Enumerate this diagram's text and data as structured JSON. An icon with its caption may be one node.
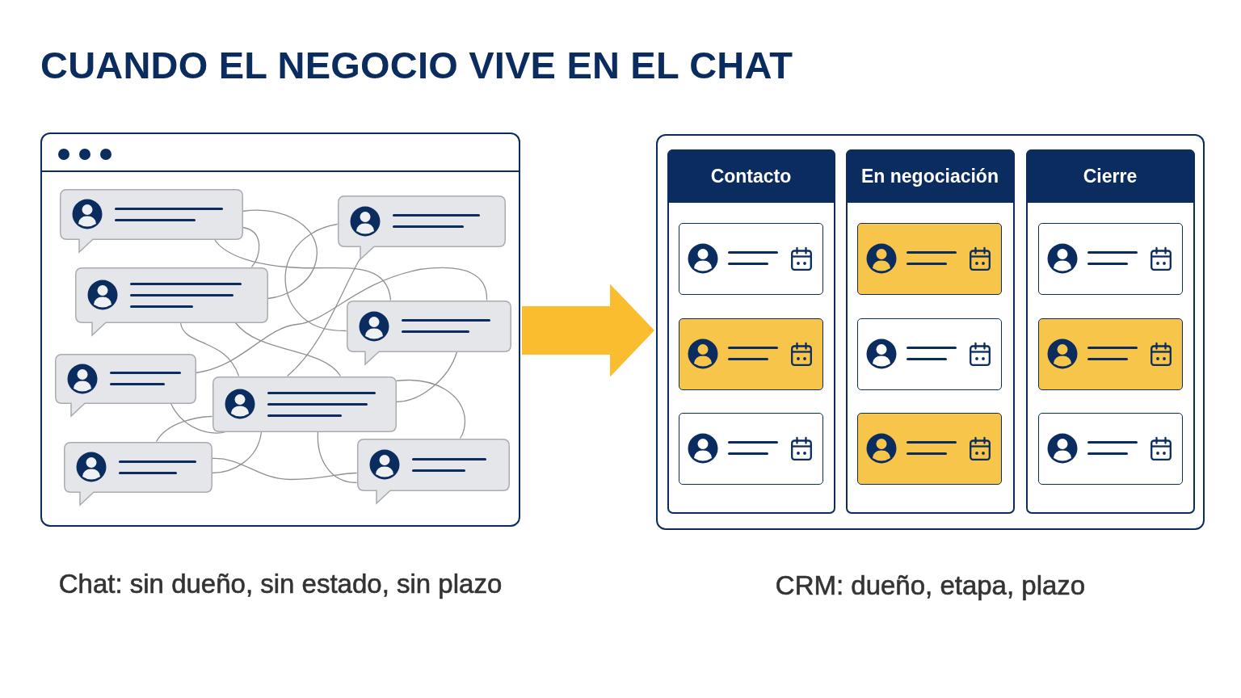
{
  "diagram": {
    "title": "CUANDO EL NEGOCIO VIVE EN EL CHAT",
    "nodes": [
      {
        "text": [],
        "shape": "window",
        "beside": [
          "Chat: sin dueño, sin estado, sin plazo"
        ]
      },
      {
        "text": [],
        "shape": "bubble",
        "in": 0
      },
      {
        "text": [],
        "shape": "bubble",
        "in": 0
      },
      {
        "text": [],
        "shape": "bubble",
        "in": 0
      },
      {
        "text": [],
        "shape": "bubble",
        "in": 0
      },
      {
        "text": [],
        "shape": "bubble",
        "in": 0
      },
      {
        "text": [],
        "shape": "bubble",
        "in": 0
      },
      {
        "text": [],
        "shape": "bubble",
        "in": 0
      },
      {
        "text": [],
        "shape": "bubble",
        "in": 0
      },
      {
        "text": [],
        "shape": "box",
        "beside": [
          "CRM: dueño, etapa, plazo"
        ]
      },
      {
        "text": [
          "Contacto"
        ],
        "in": 9
      },
      {
        "text": [],
        "shape": "box",
        "in": 10
      },
      {
        "text": [],
        "shape": "box",
        "in": 10
      },
      {
        "text": [],
        "shape": "box",
        "in": 10
      },
      {
        "text": [
          "En negociación"
        ],
        "in": 9
      },
      {
        "text": [],
        "shape": "box",
        "in": 14
      },
      {
        "text": [],
        "shape": "box",
        "in": 14
      },
      {
        "text": [],
        "shape": "box",
        "in": 14
      },
      {
        "text": [
          "Cierre"
        ],
        "in": 9
      },
      {
        "text": [],
        "shape": "box",
        "in": 18
      },
      {
        "text": [],
        "shape": "box",
        "in": 18
      },
      {
        "text": [],
        "shape": "box",
        "in": 18
      }
    ],
    "edges": [
      {
        "from": 0,
        "to": 9,
        "arrow": "to",
        "style": "thick",
        "color": "#fbbd30"
      },
      {
        "from": 1,
        "to": 3,
        "arrow": "none"
      },
      {
        "from": 1,
        "to": 4,
        "arrow": "none"
      },
      {
        "from": 1,
        "to": 3,
        "arrow": "none"
      },
      {
        "from": 2,
        "to": 4,
        "arrow": "none"
      },
      {
        "from": 2,
        "to": 6,
        "arrow": "none"
      },
      {
        "from": 3,
        "to": 6,
        "arrow": "none"
      },
      {
        "from": 3,
        "to": 6,
        "arrow": "none"
      },
      {
        "from": 5,
        "to": 4,
        "arrow": "none"
      },
      {
        "from": 5,
        "to": 6,
        "arrow": "none"
      },
      {
        "from": 7,
        "to": 6,
        "arrow": "none"
      },
      {
        "from": 7,
        "to": 8,
        "arrow": "none"
      },
      {
        "from": 6,
        "to": 7,
        "arrow": "none"
      },
      {
        "from": 6,
        "to": 8,
        "arrow": "none"
      },
      {
        "from": 6,
        "to": 8,
        "arrow": "none"
      },
      {
        "from": 4,
        "to": 6,
        "arrow": "none"
      }
    ]
  }
}
